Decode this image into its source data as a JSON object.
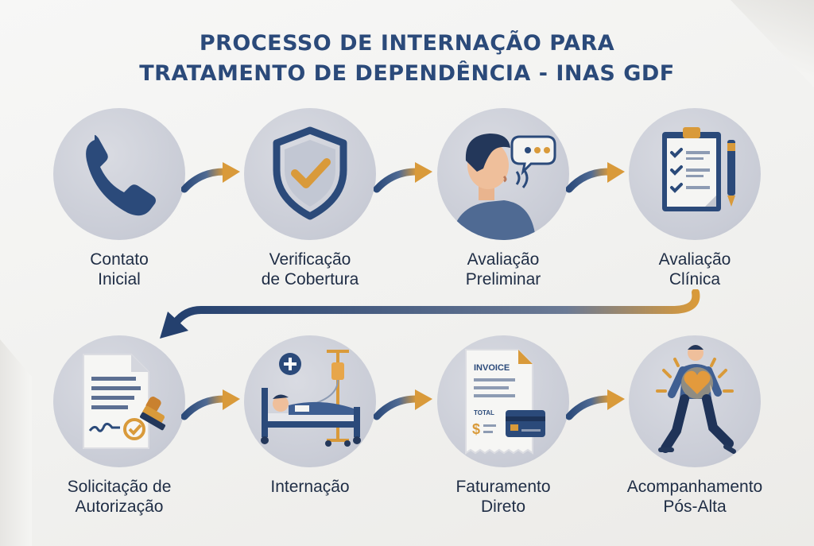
{
  "title": {
    "line1": "PROCESSO DE INTERNAÇÃO PARA",
    "line2": "TRATAMENTO DE DEPENDÊNCIA - INAS GDF"
  },
  "steps": [
    {
      "line1": "Contato",
      "line2": "Inicial",
      "icon": "phone-icon"
    },
    {
      "line1": "Verificação",
      "line2": "de Cobertura",
      "icon": "shield-check-icon"
    },
    {
      "line1": "Avaliação",
      "line2": "Preliminar",
      "icon": "person-speaking-icon"
    },
    {
      "line1": "Avaliação",
      "line2": "Clínica",
      "icon": "clipboard-checklist-icon"
    },
    {
      "line1": "Solicitação de",
      "line2": "Autorização",
      "icon": "document-stamp-icon"
    },
    {
      "line1": "Internação",
      "line2": "",
      "icon": "hospital-bed-icon"
    },
    {
      "line1": "Faturamento",
      "line2": "Direto",
      "icon": "invoice-card-icon"
    },
    {
      "line1": "Acompanhamento",
      "line2": "Pós-Alta",
      "icon": "walking-heart-icon"
    }
  ],
  "invoice": {
    "header": "INVOICE",
    "total": "TOTAL",
    "currency": "$"
  },
  "colors": {
    "navy": "#2b4a7a",
    "gold": "#d99a3a",
    "circle": "#c9ccd6"
  }
}
